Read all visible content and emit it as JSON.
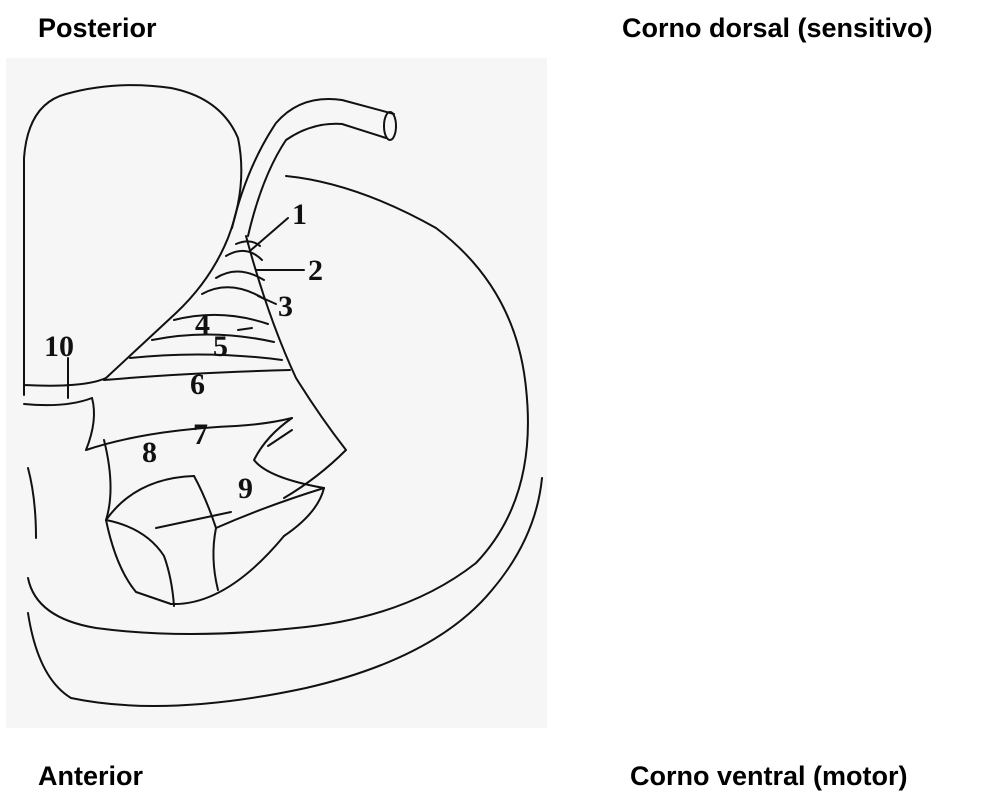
{
  "labels": {
    "posterior": "Posterior",
    "dorsal_horn": "Corno dorsal (sensitivo)",
    "anterior": "Anterior",
    "ventral_horn": "Corno ventral (motor)"
  },
  "laminae": [
    "1",
    "2",
    "3",
    "4",
    "5",
    "6",
    "7",
    "8",
    "9",
    "10"
  ]
}
